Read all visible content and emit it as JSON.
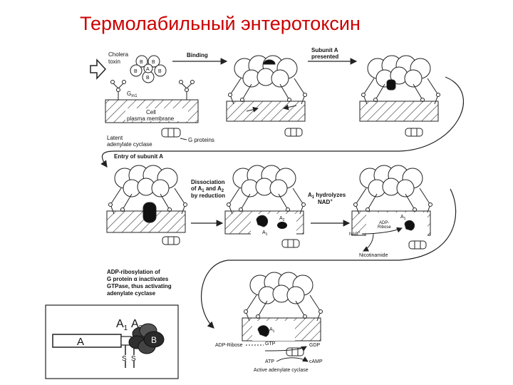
{
  "title": "Термолабильный энтеротоксин",
  "labels": {
    "cholera": "Cholera",
    "toxin": "toxin",
    "gm1": "G",
    "gm1_sub": "m1",
    "cell": "Cell",
    "plasma_membrane": "plasma membrane",
    "latent": "Latent",
    "adenylate_cyclase": "adenylate cyclase",
    "g_proteins": "G proteins",
    "binding": "Binding",
    "subunit_a": "Subunit A",
    "presented": "presented",
    "entry": "Entry of subunit A",
    "dissociation_1": "Dissociation",
    "dissociation_2": "of A",
    "dissociation_2b": " and A",
    "dissociation_3": "by reduction",
    "a1_hydrolyzes": "A",
    "a1_hydrolyzes_b": " hydrolyzes",
    "nad_plus": "NAD",
    "a2": "A",
    "a1": "A",
    "adp": "ADP-",
    "ribose": "Ribose",
    "nad_short": "NAD",
    "nicotinamide": "Nicotinamide",
    "adp_rib_1": "ADP-ribosylation of",
    "adp_rib_2": "G protein α inactivates",
    "adp_rib_3": "GTPase, thus activating",
    "adp_rib_4": "adenylate cyclase",
    "adp_ribose": "ADP-Ribose",
    "gtp": "GTP",
    "gdp": "GDP",
    "atp": "ATP",
    "camp": "cAMP",
    "active_ac": "Active adenylate cyclase",
    "inset_a": "A",
    "inset_a1": "A",
    "inset_a2": "A",
    "inset_b": "B",
    "inset_s1": "S",
    "inset_s2": "S",
    "sub1": "1",
    "sub2": "2",
    "b": "B",
    "a": "A"
  }
}
